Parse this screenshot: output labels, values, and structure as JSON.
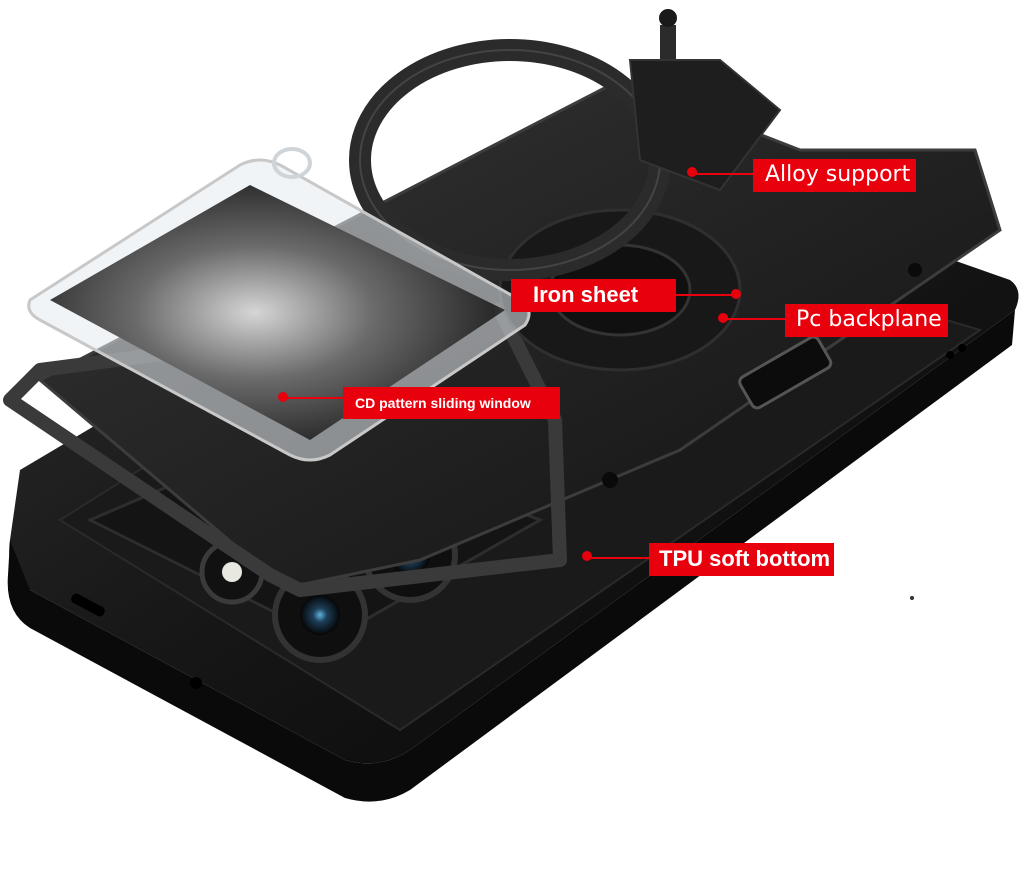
{
  "image": {
    "subject": "phone case exploded view",
    "colors": {
      "background": "#ffffff",
      "case": "#1c1c1c",
      "case_dark": "#0b0b0b",
      "lens_glass": "#2a5a7a",
      "window_metal": "#9a9a9a",
      "callout": "#e8000d"
    }
  },
  "callouts": [
    {
      "id": "alloy",
      "text": "Alloy support"
    },
    {
      "id": "iron",
      "text": "Iron sheet"
    },
    {
      "id": "pc",
      "text": "Pc backplane"
    },
    {
      "id": "cd",
      "text": "CD pattern sliding window"
    },
    {
      "id": "tpu",
      "text": "TPU soft bottom"
    }
  ]
}
